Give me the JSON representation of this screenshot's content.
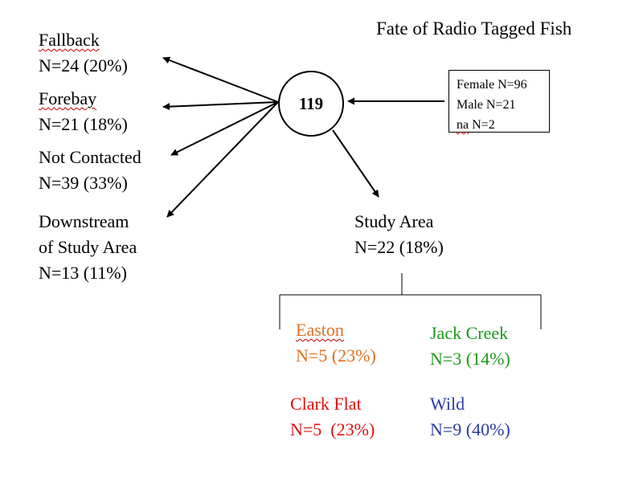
{
  "title": "Fate of Radio Tagged Fish",
  "total": "119",
  "sex_breakdown": {
    "female": "Female N=96",
    "male": "Male N=21",
    "na_prefix": "na",
    "na_rest": " N=2"
  },
  "outcomes": {
    "fallback": {
      "label": "Fallback",
      "count": "N=24 (20%)"
    },
    "forebay": {
      "label": "Forebay",
      "count": "N=21 (18%)"
    },
    "not_contacted": {
      "label": "Not Contacted",
      "count": "N=39 (33%)"
    },
    "downstream": {
      "label_line1": "Downstream",
      "label_line2": "of Study Area",
      "count": "N=13 (11%)"
    },
    "study_area": {
      "label": "Study Area",
      "count": "N=22 (18%)"
    }
  },
  "study_area_groups": {
    "easton": {
      "label": "Easton",
      "count": "N=5 (23%)"
    },
    "jack_creek": {
      "label": "Jack Creek",
      "count": "N=3 (14%)"
    },
    "clark_flat": {
      "label": "Clark Flat",
      "count": "N=5  (23%)"
    },
    "wild": {
      "label": "Wild",
      "count": "N=9 (40%)"
    }
  },
  "colors": {
    "easton": "#e07020",
    "jack_creek": "#1a9a1a",
    "clark_flat": "#e01010",
    "wild": "#2a3aa8",
    "spellcheck_underline": "#c00000"
  }
}
